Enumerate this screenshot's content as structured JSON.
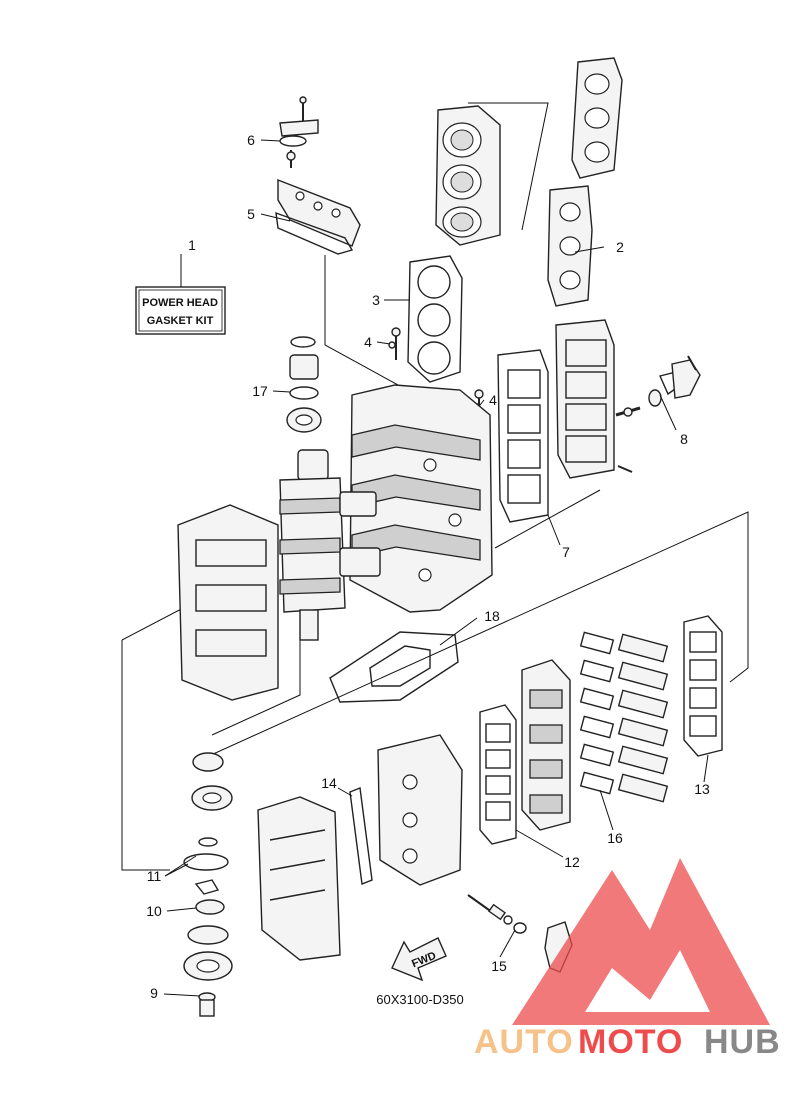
{
  "diagram": {
    "kit_label_line1": "POWER HEAD",
    "kit_label_line2": "GASKET KIT",
    "drawing_code": "60X3100-D350",
    "fwd_label": "FWD",
    "callouts": {
      "c1": "1",
      "c2": "2",
      "c3": "3",
      "c4a": "4",
      "c4b": "4",
      "c5": "5",
      "c6": "6",
      "c7": "7",
      "c8": "8",
      "c9": "9",
      "c10": "10",
      "c11": "11",
      "c12": "12",
      "c13": "13",
      "c14": "14",
      "c15": "15",
      "c16": "16",
      "c17": "17",
      "c18": "18"
    }
  },
  "watermark": {
    "part1": "AUTO",
    "part2": "MOTO",
    "part3": "HUB",
    "color_light": "#f6c28a",
    "color_red": "#ee4c4c",
    "color_gray": "#888888"
  }
}
